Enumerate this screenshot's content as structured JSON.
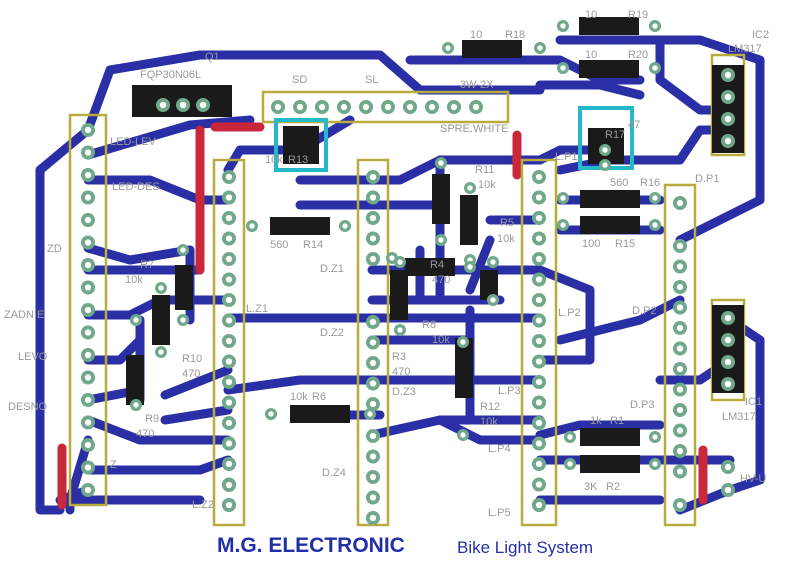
{
  "footer": {
    "brand": "M.G. ELECTRONIC",
    "subtitle": "Bike Light System"
  },
  "colors": {
    "trace": "#2a2fa6",
    "pad_ring": "#6fa88a",
    "pad_hole": "#ffffff",
    "silk": "#9a9a9a",
    "header_frame": "#b8ad3c",
    "jumper": "#c8283a",
    "body": "#1a1a1a"
  },
  "labels": {
    "q1": "Q1",
    "q1_part": "FQP30N06L",
    "ic2": "IC2",
    "ic2_part": "LM317",
    "ic1": "IC1",
    "ic1_part": "LM317",
    "sd": "SD",
    "sl": "SL",
    "ww2x": "3W-2X",
    "spre": "SPRE.WHITE",
    "led_lev": "LED-LEV",
    "led_des": "LED-DES",
    "zd": "ZD",
    "zadnie": "ZADNIE",
    "levo": "LEVO",
    "desno": "DESNO",
    "z": "Z",
    "lz1": "L.Z1",
    "lz2": "L.Z2",
    "dz1": "D.Z1",
    "dz2": "D.Z2",
    "dz3": "D.Z3",
    "dz4": "D.Z4",
    "lp1": "L.P1",
    "lp2": "L.P2",
    "lp3": "L.P3",
    "lp4": "L.P4",
    "lp5": "L.P5",
    "dp1": "D.P1",
    "dp2": "D.P2",
    "dp3": "D.P3",
    "hvu": "HV-U",
    "r19": "R19",
    "r19v": "10",
    "r18": "R18",
    "r18v": "10",
    "r20": "R20",
    "r20v": "10",
    "r17": "R17",
    "r17v": "47",
    "r16": "R16",
    "r16v": "560",
    "r15": "R15",
    "r15v": "100",
    "r13": "R13",
    "r13v": "10k",
    "r14": "R14",
    "r14v": "560",
    "r11": "R11",
    "r11v": "10k",
    "r5": "R5",
    "r5v": "10k",
    "r4": "R4",
    "r4v": "470",
    "r7": "R7",
    "r7v": "10k",
    "r8": "R8",
    "r8v": "10k",
    "r3": "R3",
    "r3v": "470",
    "r10": "R10",
    "r10v": "470",
    "r6": "R6",
    "r6v": "10k",
    "r9": "R9",
    "r9v": "470",
    "r12": "R12",
    "r12v": "10k",
    "r1": "R1",
    "r1v": "1k",
    "r2": "R2",
    "r2v": "3K"
  }
}
